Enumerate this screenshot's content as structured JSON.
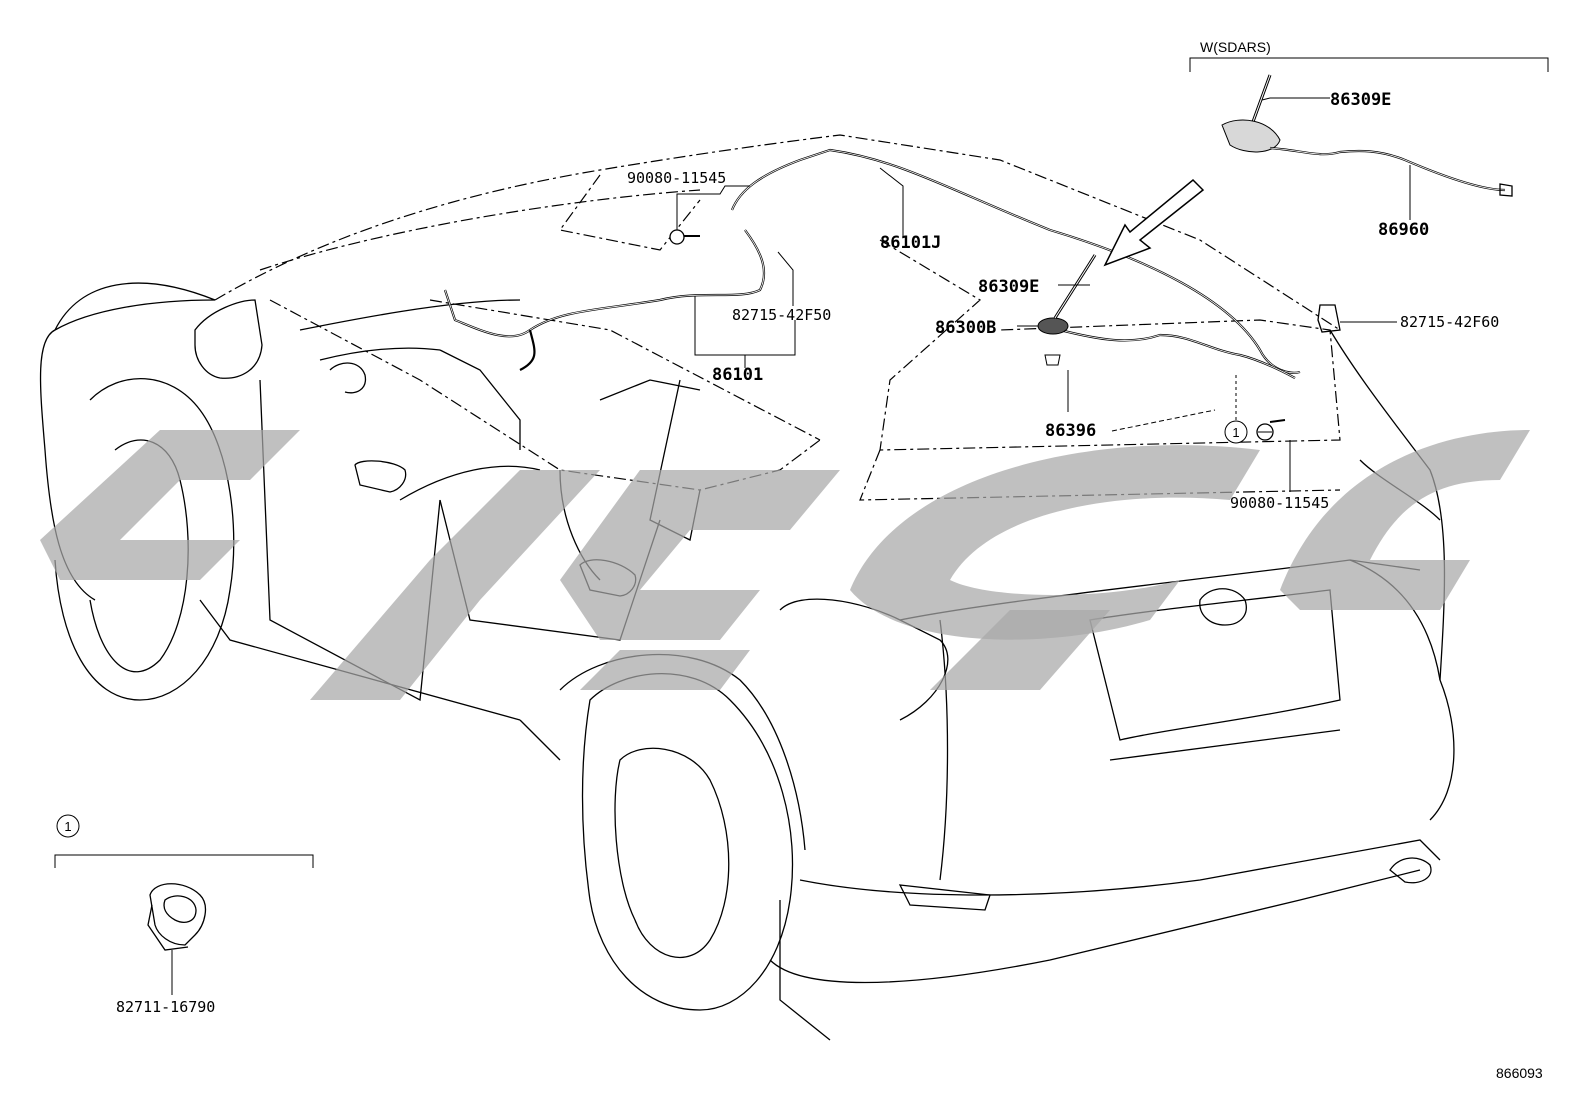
{
  "diagram": {
    "figure_number": "866093",
    "variant_label": "W(SDARS)",
    "callout_marker": "1",
    "parts": {
      "p_86309E_top": "86309E",
      "p_86960": "86960",
      "p_86101J": "86101J",
      "p_86309E_mid": "86309E",
      "p_86300B": "86300B",
      "p_86396": "86396",
      "p_90080_top": "90080-11545",
      "p_90080_right": "90080-11545",
      "p_82715_42F50": "82715-42F50",
      "p_82715_42F60": "82715-42F60",
      "p_86101": "86101",
      "p_82711_16790": "82711-16790"
    }
  }
}
